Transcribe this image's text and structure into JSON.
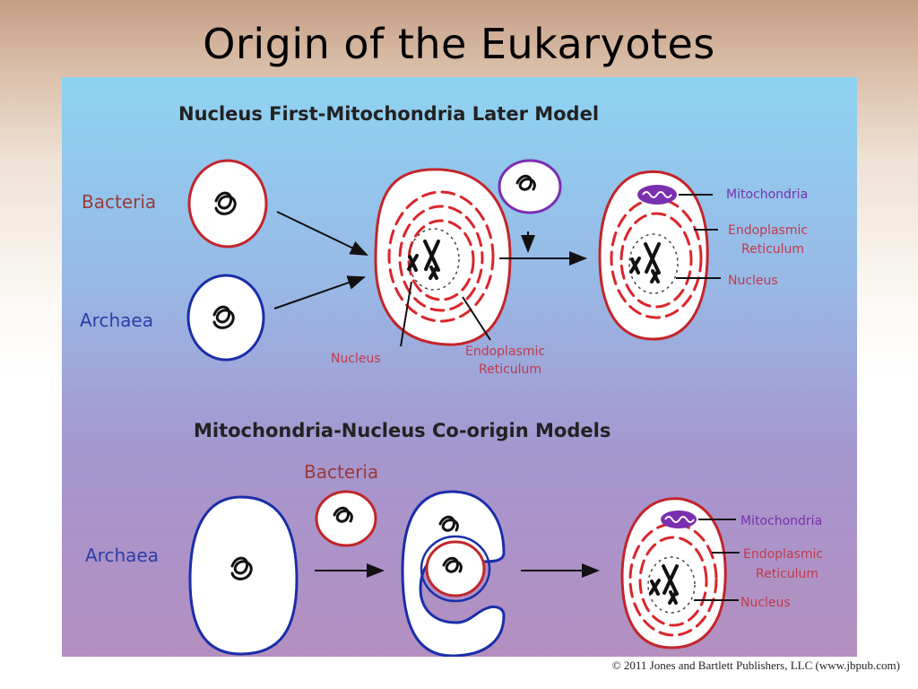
{
  "slide": {
    "title": "Origin of the Eukaryotes",
    "copyright": "© 2011 Jones and Bartlett Publishers, LLC (www.jbpub.com)"
  },
  "top_model": {
    "heading": "Nucleus First-Mitochondria Later Model",
    "bacteria_label": "Bacteria",
    "archaea_label": "Archaea",
    "nucleus_label": "Nucleus",
    "er_label_line1": "Endoplasmic",
    "er_label_line2": "Reticulum",
    "result_mito_label": "Mitochondria",
    "result_er_line1": "Endoplasmic",
    "result_er_line2": "Reticulum",
    "result_nucleus_label": "Nucleus"
  },
  "bottom_model": {
    "heading": "Mitochondria-Nucleus Co-origin Models",
    "bacteria_label": "Bacteria",
    "archaea_label": "Archaea",
    "result_mito_label": "Mitochondria",
    "result_er_line1": "Endoplasmic",
    "result_er_line2": "Reticulum",
    "result_nucleus_label": "Nucleus"
  },
  "colors": {
    "bacteria_outline": "#c2252b",
    "archaea_outline": "#1a2ea8",
    "er": "#d9262c",
    "mitochondria": "#7a2fb0"
  }
}
